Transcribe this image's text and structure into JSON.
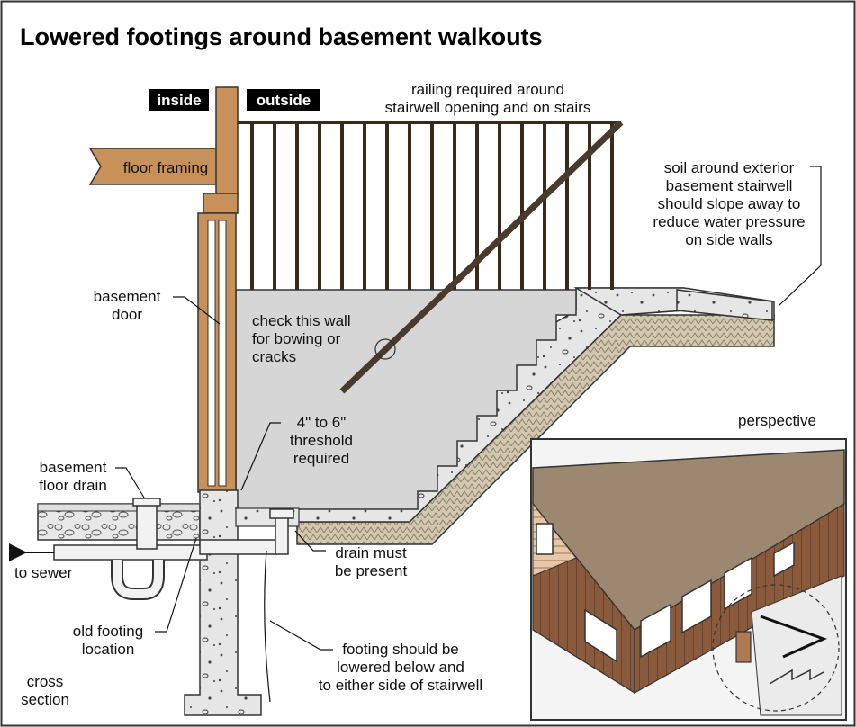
{
  "title": "Lowered footings around basement walkouts",
  "labels": {
    "inside": "inside",
    "outside": "outside",
    "railing": [
      "railing required around",
      "stairwell opening and on stairs"
    ],
    "floor_framing": "floor framing",
    "soil": [
      "soil around exterior",
      "basement stairwell",
      "should slope away to",
      "reduce water pressure",
      "on side walls"
    ],
    "basement_door": [
      "basement",
      "door"
    ],
    "check_wall": [
      "check this wall",
      "for bowing or",
      "cracks"
    ],
    "threshold": [
      "4\" to 6\"",
      "threshold",
      "required"
    ],
    "perspective": "perspective",
    "floor_drain": [
      "basement",
      "floor drain"
    ],
    "to_sewer": "to sewer",
    "drain_present": [
      "drain must",
      "be present"
    ],
    "old_footing": [
      "old footing",
      "location"
    ],
    "footing_lowered": [
      "footing should be",
      "lowered below and",
      "to either side of stairwell"
    ],
    "cross_section": [
      "cross",
      "section"
    ]
  },
  "colors": {
    "wood": "#c8915a",
    "concrete": "#dcdcdc",
    "wall_face": "#d6d6d6",
    "soil": "#d2c8b0",
    "roof": "#9c8770",
    "siding": "#8a5a3c",
    "pipe": "#f2f2f2",
    "label_bg": "#000000"
  }
}
